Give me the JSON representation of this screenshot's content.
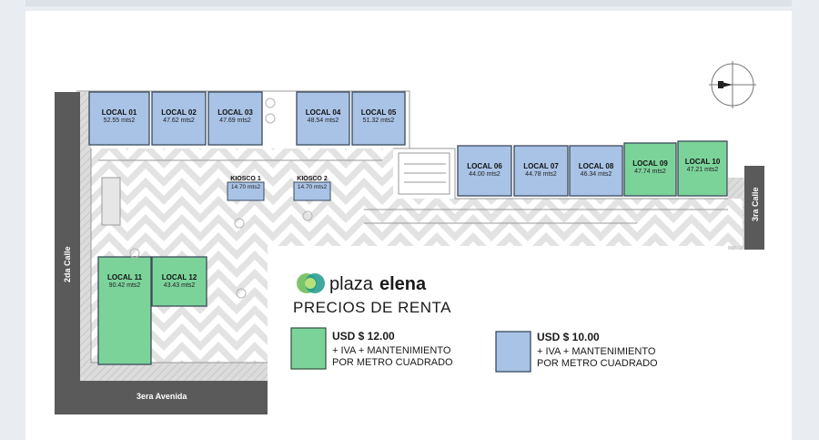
{
  "streets": {
    "left": "2da Calle",
    "bottom": "3era Avenida",
    "right": "3ra Calle"
  },
  "colors": {
    "green": "#7cd39a",
    "blue": "#a9c3e6",
    "street": "#5a5a5a"
  },
  "units": [
    {
      "name": "LOCAL 01",
      "area": "52.55 mts2",
      "tier": "blue"
    },
    {
      "name": "LOCAL 02",
      "area": "47.62 mts2",
      "tier": "blue"
    },
    {
      "name": "LOCAL 03",
      "area": "47.69 mts2",
      "tier": "blue"
    },
    {
      "name": "LOCAL 04",
      "area": "48.54 mts2",
      "tier": "blue"
    },
    {
      "name": "LOCAL 05",
      "area": "51.32 mts2",
      "tier": "blue"
    },
    {
      "name": "LOCAL 06",
      "area": "44.00 mts2",
      "tier": "blue"
    },
    {
      "name": "LOCAL 07",
      "area": "44.78 mts2",
      "tier": "blue"
    },
    {
      "name": "LOCAL 08",
      "area": "46.34 mts2",
      "tier": "blue"
    },
    {
      "name": "LOCAL 09",
      "area": "47.74 mts2",
      "tier": "green"
    },
    {
      "name": "LOCAL 10",
      "area": "47.21 mts2",
      "tier": "green"
    },
    {
      "name": "LOCAL 11",
      "area": "90.42 mts2",
      "tier": "green"
    },
    {
      "name": "LOCAL 12",
      "area": "43.43 mts2",
      "tier": "green"
    }
  ],
  "kiosks": [
    {
      "name": "KIOSCO 1",
      "area": "14.70 mts2"
    },
    {
      "name": "KIOSCO 2",
      "area": "14.70 mts2"
    }
  ],
  "legend": {
    "brand_light": "plaza",
    "brand_bold": "elena",
    "title": "PRECIOS DE RENTA",
    "items": [
      {
        "price": "USD $ 12.00",
        "line1": "+ IVA + MANTENIMIENTO",
        "line2": "POR METRO CUADRADO",
        "tier": "green"
      },
      {
        "price": "USD $ 10.00",
        "line1": "+ IVA + MANTENIMIENTO",
        "line2": "POR METRO CUADRADO",
        "tier": "blue"
      }
    ]
  }
}
